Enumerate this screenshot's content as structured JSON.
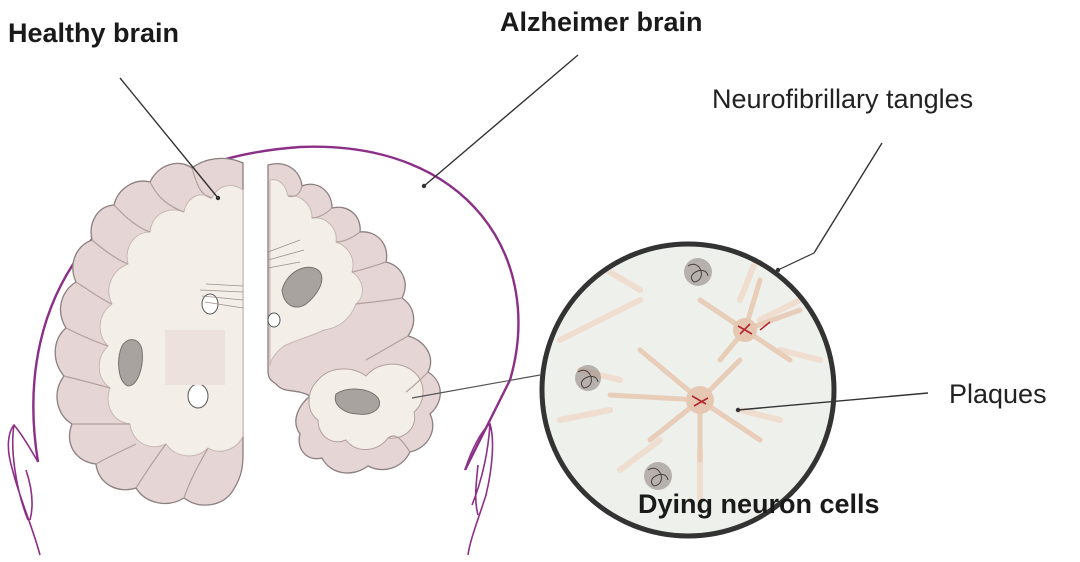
{
  "labels": {
    "healthy": "Healthy brain",
    "alzheimer": "Alzheimer brain",
    "tangles": "Neurofibrillary tangles",
    "plaques": "Plaques",
    "dying": "Dying neuron cells"
  },
  "colors": {
    "head_outline": "#8b2f87",
    "cortex_fill": "#e6d5d5",
    "cortex_stroke": "#8c7f7f",
    "white_matter": "#f3efe8",
    "ventricle": "#a9a3a0",
    "zoom_circle_stroke": "#333333",
    "zoom_bg": "#eef0ec",
    "neuron": "#e8cdb8",
    "tangle_red": "#b1282e",
    "plaque": "#6f6462"
  }
}
